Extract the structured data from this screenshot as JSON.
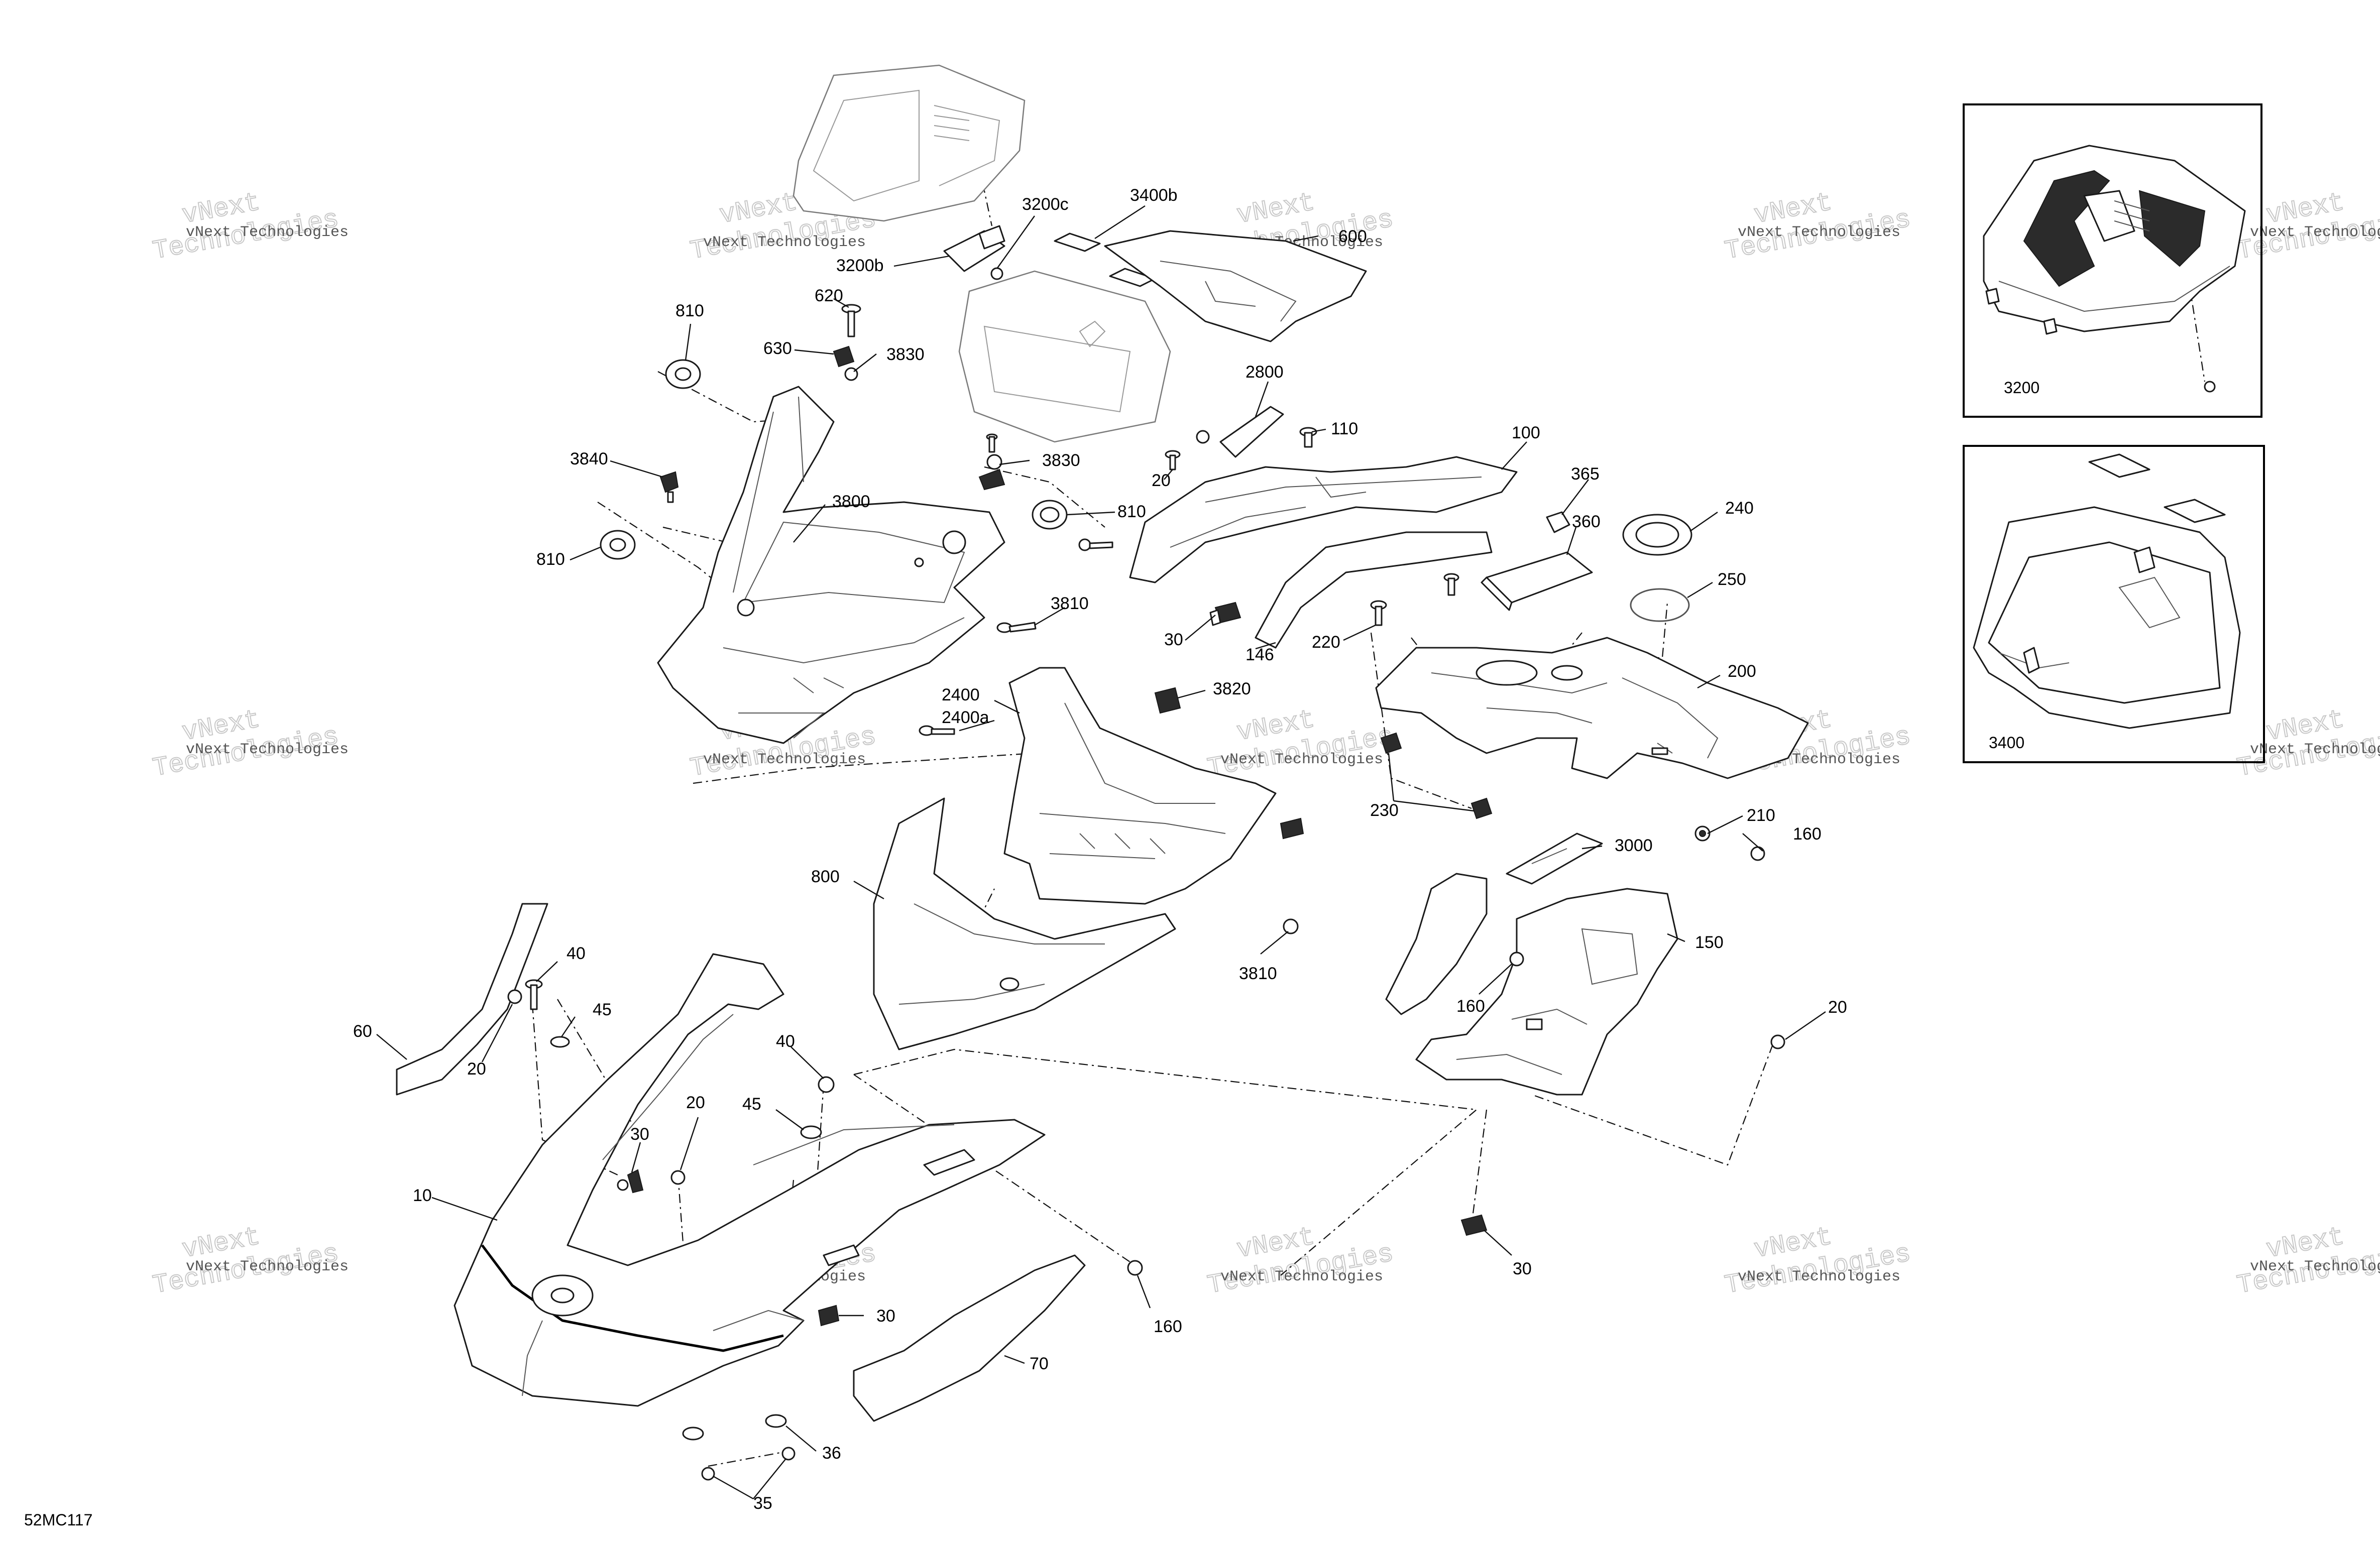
{
  "reference_code": "52MC117",
  "watermark": {
    "line1": "vNext",
    "line2": "Technologies",
    "small": "vNext Technologies"
  },
  "callouts": {
    "c3200c": "3200c",
    "c3400b": "3400b",
    "c600": "600",
    "c3200b": "3200b",
    "c620": "620",
    "c810a": "810",
    "c630": "630",
    "c3830a": "3830",
    "c2800": "2800",
    "c110": "110",
    "c100": "100",
    "c3840": "3840",
    "c3830b": "3830",
    "c20a": "20",
    "c3800": "3800",
    "c810b": "810",
    "c810c": "810",
    "c365": "365",
    "c240": "240",
    "c360": "360",
    "c250": "250",
    "c3810a": "3810",
    "c30a": "30",
    "c146": "146",
    "c220": "220",
    "c200": "200",
    "c2400": "2400",
    "c2400a": "2400a",
    "c3820": "3820",
    "c230": "230",
    "c210": "210",
    "c160a": "160",
    "c3000": "3000",
    "c800": "800",
    "c3810b": "3810",
    "c150": "150",
    "c160b": "160",
    "c40a": "40",
    "c45a": "45",
    "c60": "60",
    "c20b": "20",
    "c40b": "40",
    "c20c": "20",
    "c45b": "45",
    "c30b": "30",
    "c20d": "20",
    "c10": "10",
    "c30c": "30",
    "c30d": "30",
    "c160c": "160",
    "c70": "70",
    "c36": "36",
    "c35": "35"
  },
  "insets": {
    "inset_a_label": "3200",
    "inset_b_label": "3400"
  }
}
